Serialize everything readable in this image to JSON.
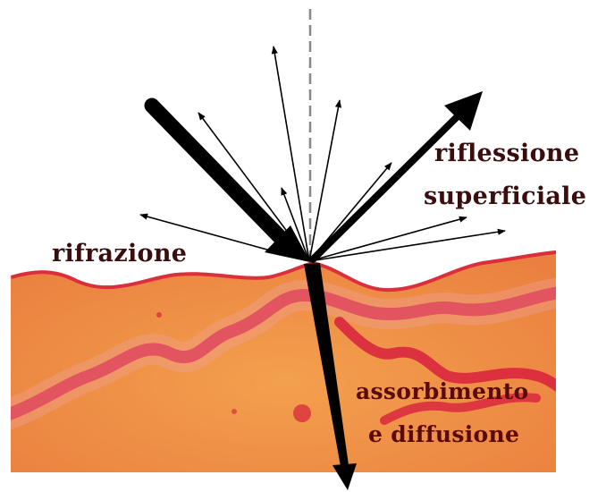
{
  "labels": {
    "reflection_line1": "riflessione",
    "reflection_line2": "superficiale",
    "refraction": "rifrazione",
    "absorption_line1": "assorbimento",
    "absorption_line2": "e diffusione"
  },
  "colors": {
    "tissue_base": "#ee8a45",
    "tissue_red": "#d8203d",
    "tissue_pink": "#f0a4a0",
    "arrow": "#000000",
    "label_text": "#3a0d0f"
  }
}
